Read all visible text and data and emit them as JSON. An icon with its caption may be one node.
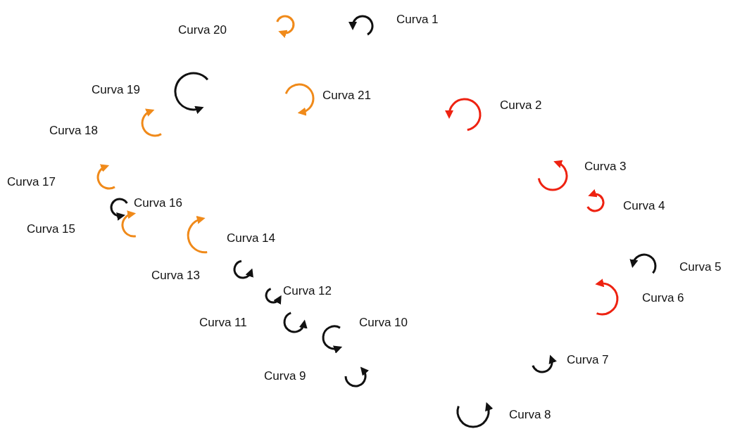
{
  "diagram": {
    "labels": [
      "Curva 1",
      "Curva 2",
      "Curva 3",
      "Curva 4",
      "Curva 5",
      "Curva 6",
      "Curva 7",
      "Curva 8",
      "Curva 9",
      "Curva 10",
      "Curva 11",
      "Curva 12",
      "Curva 13",
      "Curva 14",
      "Curva 15",
      "Curva 16",
      "Curva 17",
      "Curva 18",
      "Curva 19",
      "Curva 20",
      "Curva 21"
    ]
  }
}
